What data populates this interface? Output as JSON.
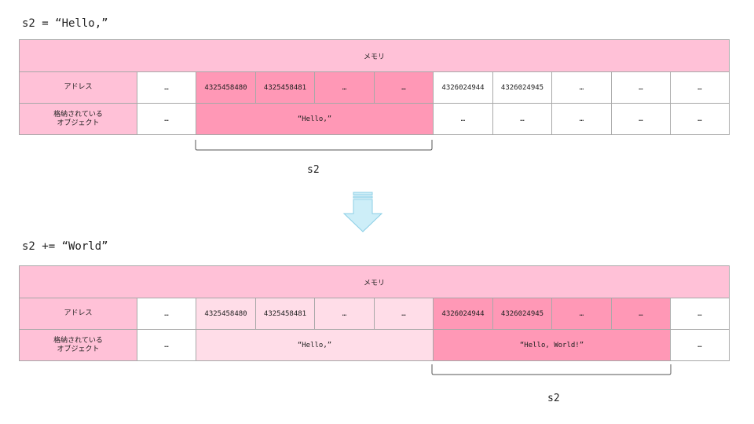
{
  "top": {
    "code": "s2 = “Hello,”",
    "header": "メモリ",
    "row_address_label": "アドレス",
    "row_object_label": "格納されている\nオブジェクト",
    "addresses": [
      "…",
      "4325458480",
      "4325458481",
      "…",
      "…",
      "4326024944",
      "4326024945",
      "…",
      "…",
      "…"
    ],
    "objects": [
      "…",
      "“Hello,”",
      "…",
      "…",
      "…",
      "…",
      "…"
    ],
    "brace_label": "s2"
  },
  "bottom": {
    "code": "s2 += “World”",
    "header": "メモリ",
    "row_address_label": "アドレス",
    "row_object_label": "格納されている\nオブジェクト",
    "addresses": [
      "…",
      "4325458480",
      "4325458481",
      "…",
      "…",
      "4326024944",
      "4326024945",
      "…",
      "…",
      "…"
    ],
    "objects": [
      "…",
      "“Hello,”",
      "“Hello, World!”",
      "…"
    ],
    "brace_label": "s2"
  },
  "colors": {
    "header_pink": "#ffc1d7",
    "highlight_pink": "#ff98b6",
    "faded_pink": "#ffdde8",
    "arrow_blue": "#cdeef8"
  },
  "icons": {
    "arrow": "down-arrow-icon"
  }
}
